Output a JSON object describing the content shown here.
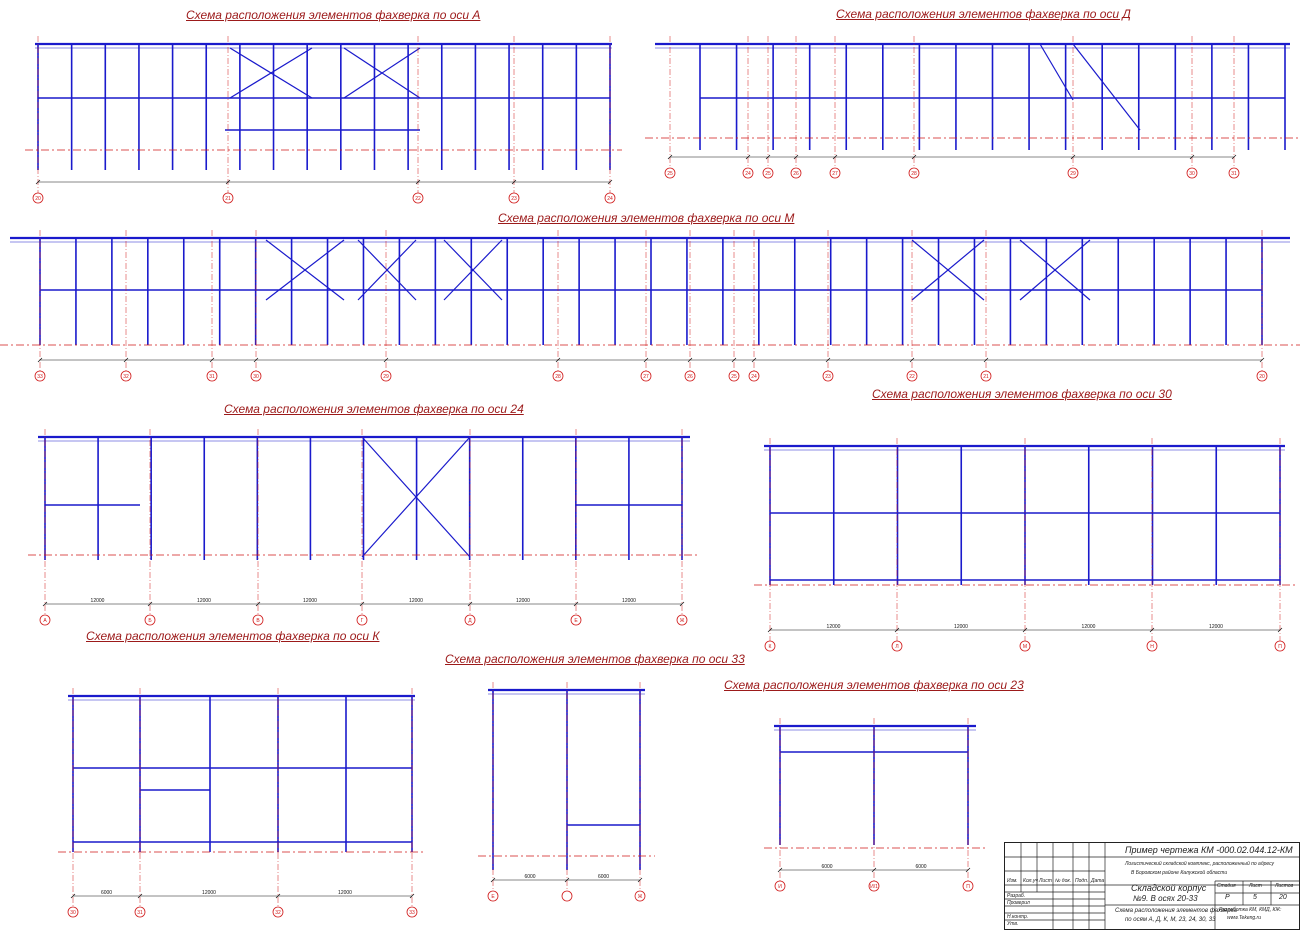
{
  "drawings": [
    {
      "id": "a",
      "title": "Схема расположения элементов фахверка по оси А",
      "axes": [
        "20",
        "21",
        "22",
        "23",
        "24"
      ]
    },
    {
      "id": "d",
      "title": "Схема расположения элементов фахверка по оси Д",
      "axes": [
        "25",
        "24",
        "25",
        "26",
        "27",
        "28",
        "29",
        "30",
        "31"
      ]
    },
    {
      "id": "m",
      "title": "Схема расположения элементов фахверка по оси М",
      "axes": [
        "33",
        "32",
        "31",
        "30",
        "29",
        "28",
        "27",
        "26",
        "25",
        "24",
        "23",
        "22",
        "21",
        "20"
      ]
    },
    {
      "id": "a24",
      "title": "Схема расположения элементов фахверка по оси 24",
      "axes": [
        "А",
        "Б",
        "В",
        "Г",
        "Д",
        "Е",
        "Ж",
        "И"
      ],
      "spans": [
        "12000",
        "12000",
        "12000",
        "12000",
        "12000",
        "12000"
      ]
    },
    {
      "id": "a30",
      "title": "Схема расположения элементов фахверка по оси 30",
      "axes": [
        "К",
        "Л",
        "М",
        "Н",
        "П"
      ],
      "spans": [
        "12000",
        "12000",
        "12000",
        "12000"
      ]
    },
    {
      "id": "k",
      "title": "Схема расположения элементов фахверка по оси К",
      "axes": [
        "30",
        "31",
        "32",
        "33"
      ],
      "spans": [
        "6000",
        "12000",
        "12000"
      ]
    },
    {
      "id": "a33",
      "title": "Схема расположения элементов фахверка по оси 33",
      "axes": [
        "Е",
        "Ж"
      ],
      "spans": [
        "6000",
        "6000"
      ]
    },
    {
      "id": "a23",
      "title": "Схема расположения элементов фахверка по оси 23",
      "axes": [
        "И",
        "И/1",
        "П"
      ],
      "spans": [
        "6000",
        "6000"
      ]
    }
  ],
  "stamp": {
    "code": "Пример чертежа КМ -000.02.044.12-КМ",
    "project": "Логистический складской комплекс, расположенный по адресу",
    "address": "В Боровском районе Калужской области",
    "building": "Складской корпус",
    "building2": "№9. В осях 20-33",
    "sheet_title": "Схема расположения элементов фахверка",
    "sheet_title2": "по осям А, Д, К, М, 23, 24, 30, 33",
    "stage_label": "Стадия",
    "sheet_label": "Лист",
    "sheets_label": "Листов",
    "stage": "Р",
    "sheet": "5",
    "sheets": "20",
    "org": "Разработка КМ, КМД, КЖ:",
    "org2": "www.Tekeng.ru",
    "roles": [
      "Разраб.",
      "Проверил",
      "Н.контр.",
      "Утв."
    ],
    "cols": [
      "Изм.",
      "Кол.уч",
      "Лист",
      "№ док.",
      "Подп.",
      "Дата"
    ]
  },
  "colors": {
    "steel": "#1a1acc",
    "axis": "#d01818",
    "dim": "#111111",
    "level": "#1a9a1a",
    "title": "#9c1a1a"
  }
}
